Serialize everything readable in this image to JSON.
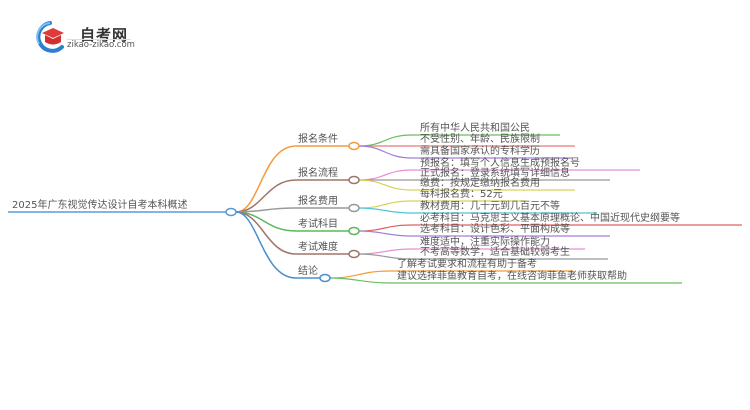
{
  "logo": {
    "title": "自考网",
    "url": "zikao-zikao.com",
    "icon": "graduation-cap-icon",
    "colors": {
      "cap": "#e03a3a",
      "ring": "#2f7fd1"
    }
  },
  "mindmap": {
    "root": {
      "label": "2025年广东视觉传达设计自考本科概述",
      "color": "#5b9bd5"
    },
    "branches": [
      {
        "label": "报名条件",
        "color": "#f59a3c",
        "children": [
          {
            "label": "所有中华人民共和国公民",
            "color": "#6abf5e"
          },
          {
            "label": "不受性别、年龄、民族限制",
            "color": "#e57b7b"
          },
          {
            "label": "需具备国家承认的专科学历",
            "color": "#a27fd6"
          }
        ]
      },
      {
        "label": "报名流程",
        "color": "#a0756a",
        "children": [
          {
            "label": "预报名：填写个人信息生成预报名号",
            "color": "#e88fd6"
          },
          {
            "label": "正式报名：登录系统填写详细信息",
            "color": "#999999"
          },
          {
            "label": "缴费：按规定缴纳报名费用",
            "color": "#d4d45a"
          }
        ]
      },
      {
        "label": "报名费用",
        "color": "#999999",
        "children": [
          {
            "label": "每科报名费：52元",
            "color": "#d4d45a"
          },
          {
            "label": "教材费用：几十元到几百元不等",
            "color": "#4ec4d4"
          }
        ]
      },
      {
        "label": "考试科目",
        "color": "#5bb85b",
        "children": [
          {
            "label": "必考科目：马克思主义基本原理概论、中国近现代史纲要等",
            "color": "#e06060"
          },
          {
            "label": "选考科目：设计色彩、平面构成等",
            "color": "#a27fd6"
          }
        ]
      },
      {
        "label": "考试难度",
        "color": "#a0756a",
        "children": [
          {
            "label": "难度适中，注重实际操作能力",
            "color": "#e88fd6"
          },
          {
            "label": "不考高等数学，适合基础较弱考生",
            "color": "#999999"
          }
        ]
      },
      {
        "label": "结论",
        "color": "#4a90d0",
        "children": [
          {
            "label": "了解考试要求和流程有助于备考",
            "color": "#f59a3c"
          },
          {
            "label": "建议选择菲鱼教育自考，在线咨询菲鱼老师获取帮助",
            "color": "#6abf5e"
          }
        ]
      }
    ]
  }
}
